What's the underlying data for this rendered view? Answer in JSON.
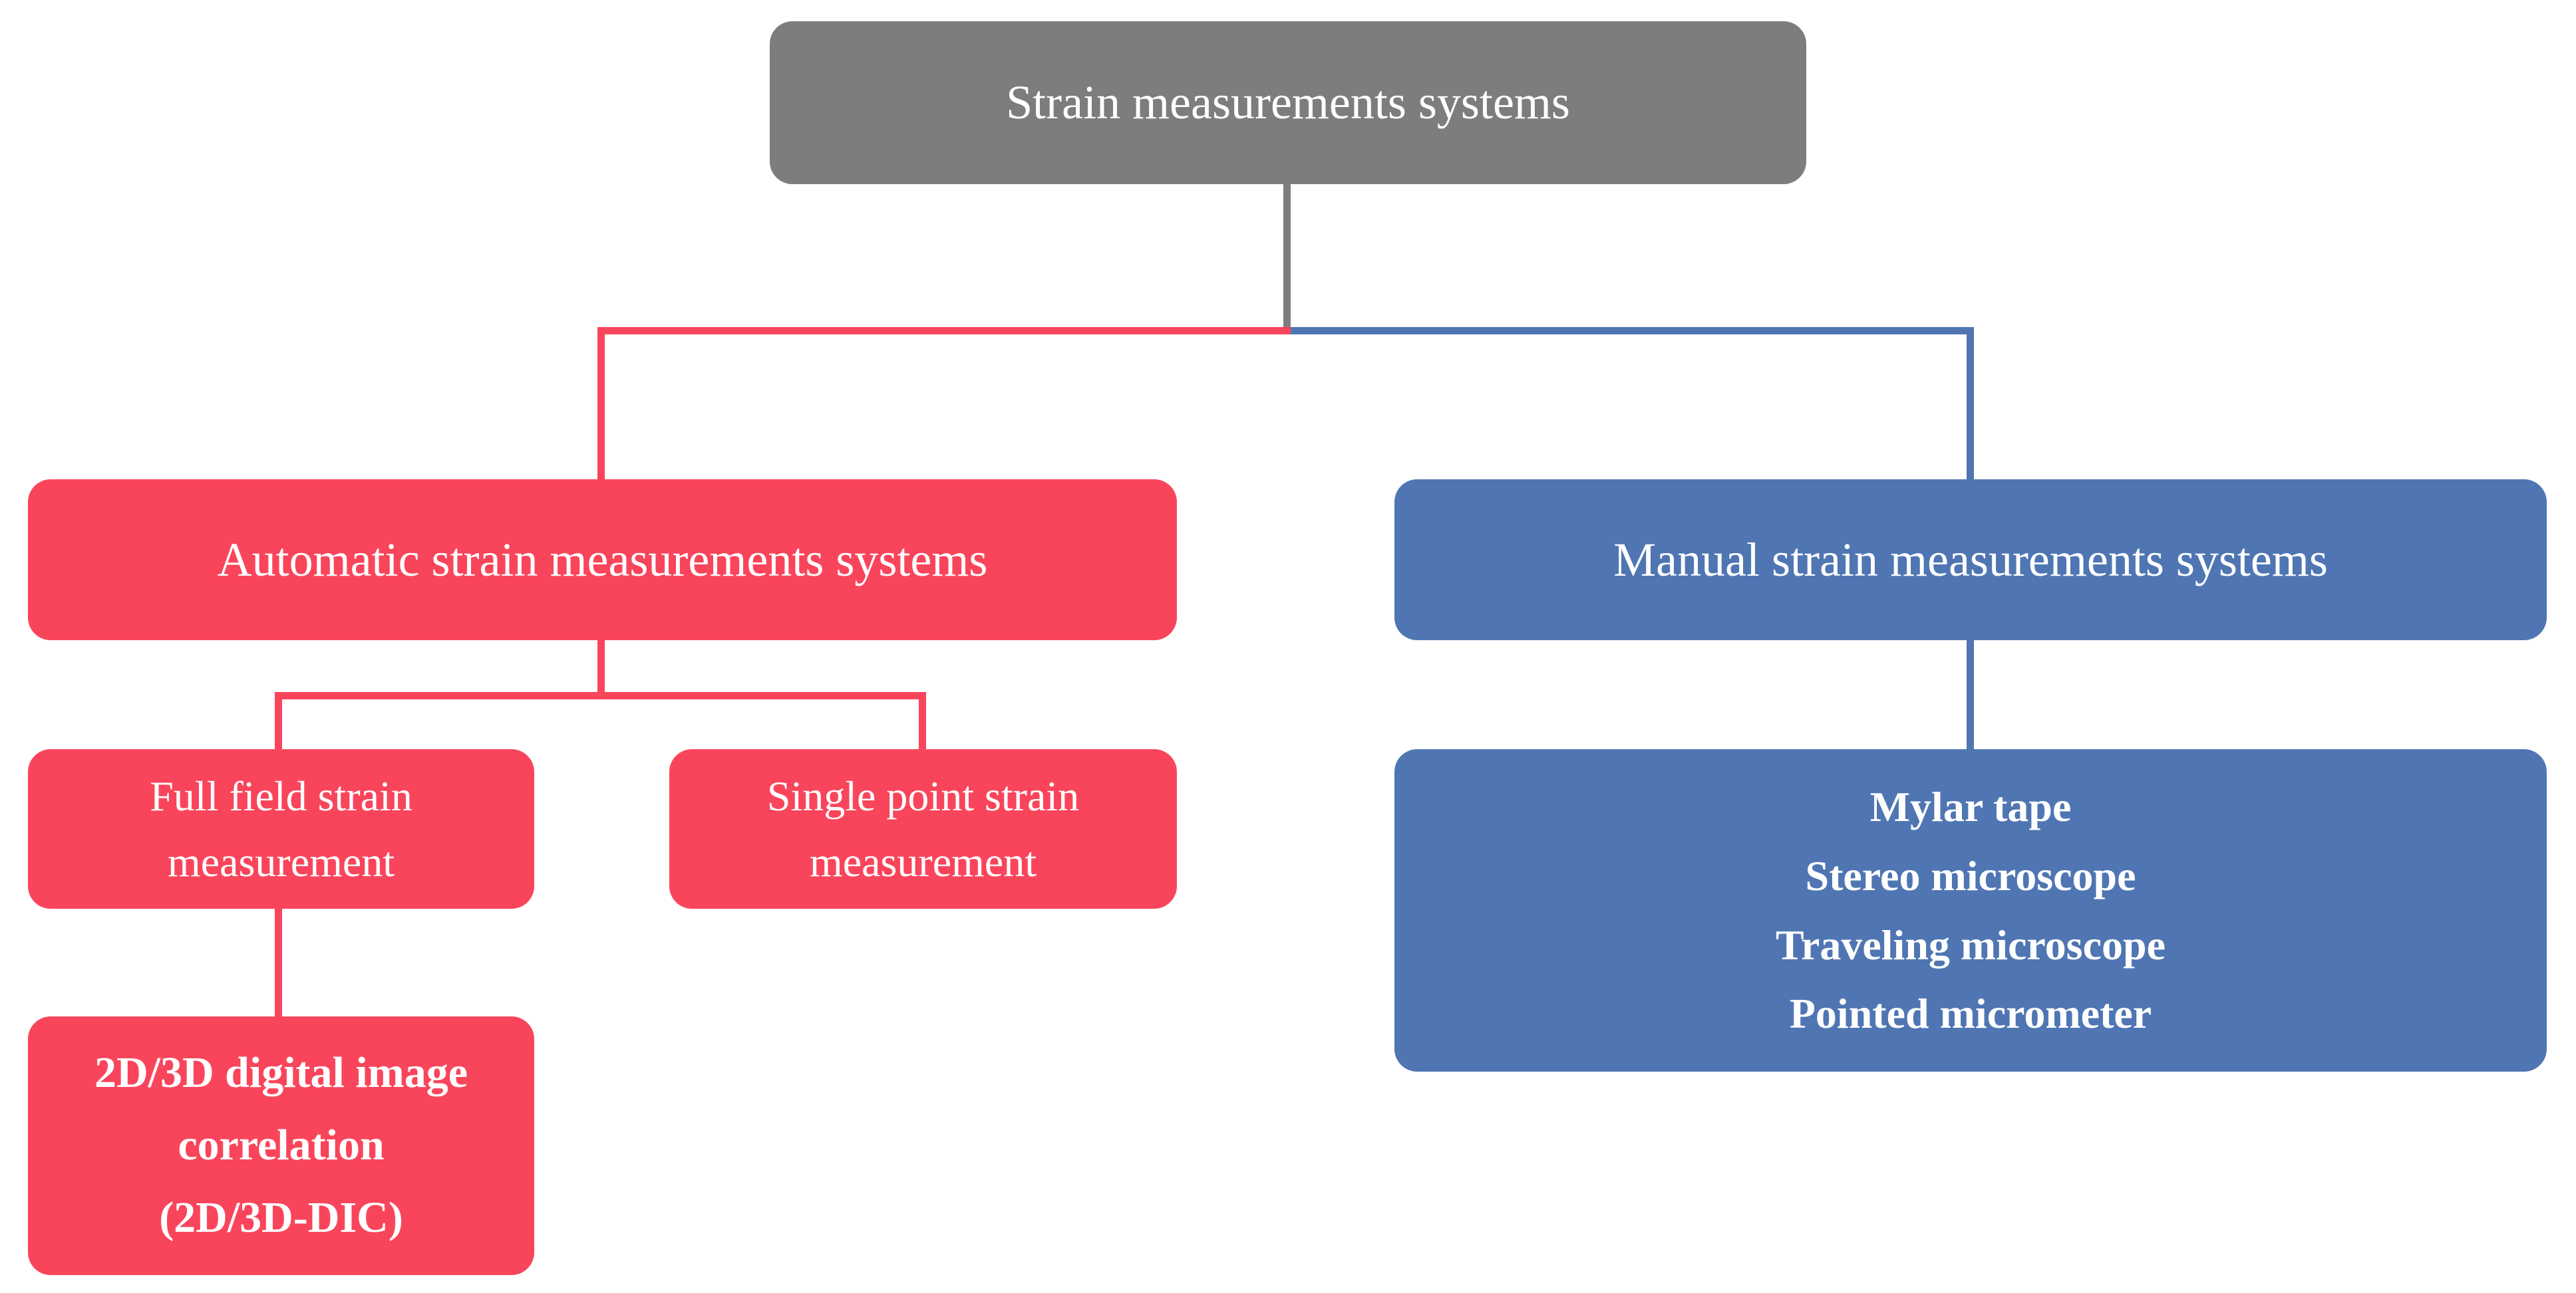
{
  "colors": {
    "red": "#F9455B",
    "blue": "#4F76B3",
    "gray": "#7D7D7D",
    "text": "#FFFFFF",
    "background": "#FFFFFF"
  },
  "nodes": {
    "root": {
      "label": "Strain measurements systems",
      "lines": [
        "Strain measurements systems"
      ]
    },
    "automatic": {
      "label": "Automatic strain measurements systems",
      "lines": [
        "Automatic strain measurements systems"
      ]
    },
    "manual": {
      "label": "Manual strain measurements systems",
      "lines": [
        "Manual strain measurements systems"
      ]
    },
    "full_field": {
      "label": "Full field strain measurement",
      "lines": [
        "Full field strain",
        "measurement"
      ]
    },
    "single_point": {
      "label": "Single point strain measurement",
      "lines": [
        "Single point strain",
        "measurement"
      ]
    },
    "dic": {
      "label": "2D/3D digital image correlation (2D/3D-DIC)",
      "lines": [
        "2D/3D digital image",
        "correlation",
        "(2D/3D-DIC)"
      ]
    },
    "manual_tools": {
      "label": "Mylar tape, Stereo microscope, Traveling microscope, Pointed micrometer",
      "lines": [
        "Mylar tape",
        "Stereo microscope",
        "Traveling microscope",
        "Pointed micrometer"
      ]
    }
  }
}
